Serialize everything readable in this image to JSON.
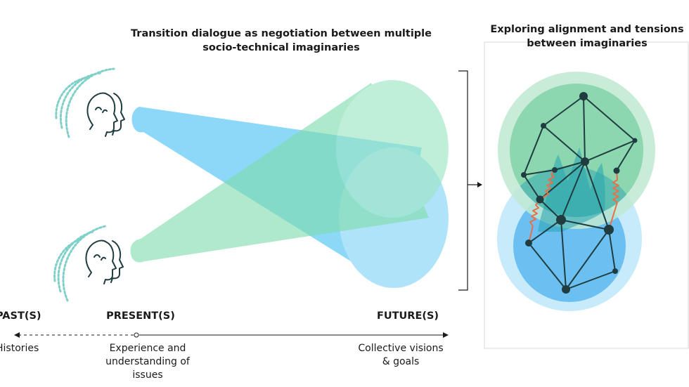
{
  "title_left": [
    "Transition dialogue as negotiation between multiple",
    "socio-technical imaginaries"
  ],
  "title_right": [
    "Exploring alignment and tensions",
    "between imaginaries"
  ],
  "timeline": {
    "past": {
      "label": "PAST(S)",
      "desc": [
        "Histories"
      ]
    },
    "present": {
      "label": "PRESENT(S)",
      "desc": [
        "Experience and",
        "understanding of",
        "issues"
      ]
    },
    "future": {
      "label": "FUTURE(S)",
      "desc": [
        "Collective visions",
        "& goals"
      ]
    }
  },
  "colors": {
    "green": "#7fdcac",
    "blue": "#5cc8f5",
    "dark": "#1f3d40",
    "tension": "#e8704a",
    "wave": "#26a4b0",
    "box_border": "#d9d9d9"
  },
  "icons": [
    "heads-icon-top",
    "heads-icon-bottom",
    "speech-waves-icon",
    "bracket-icon",
    "arrow-right-icon"
  ]
}
